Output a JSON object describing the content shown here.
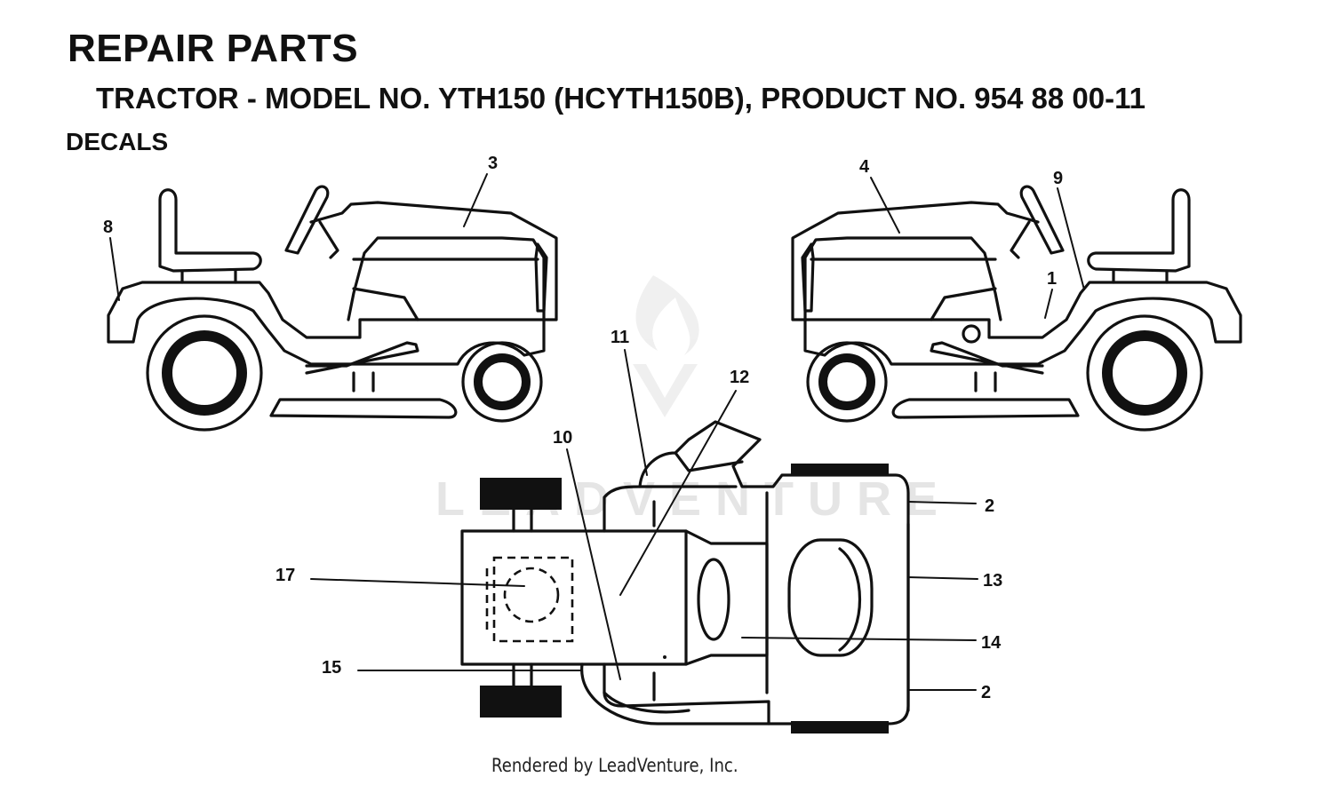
{
  "header": {
    "title": "REPAIR PARTS",
    "subtitle": "TRACTOR - MODEL NO. YTH150 (HCYTH150B), PRODUCT NO.  954 88 00-11",
    "section": "DECALS"
  },
  "watermark": {
    "text": "LEADVENTURE",
    "color": "#e3e3e3"
  },
  "callouts": {
    "c1": "1",
    "c2a": "2",
    "c2b": "2",
    "c3": "3",
    "c4": "4",
    "c8": "8",
    "c9": "9",
    "c10": "10",
    "c11": "11",
    "c12": "12",
    "c13": "13",
    "c14": "14",
    "c15": "15",
    "c17": "17"
  },
  "footer": {
    "text": "Rendered by LeadVenture, Inc."
  }
}
